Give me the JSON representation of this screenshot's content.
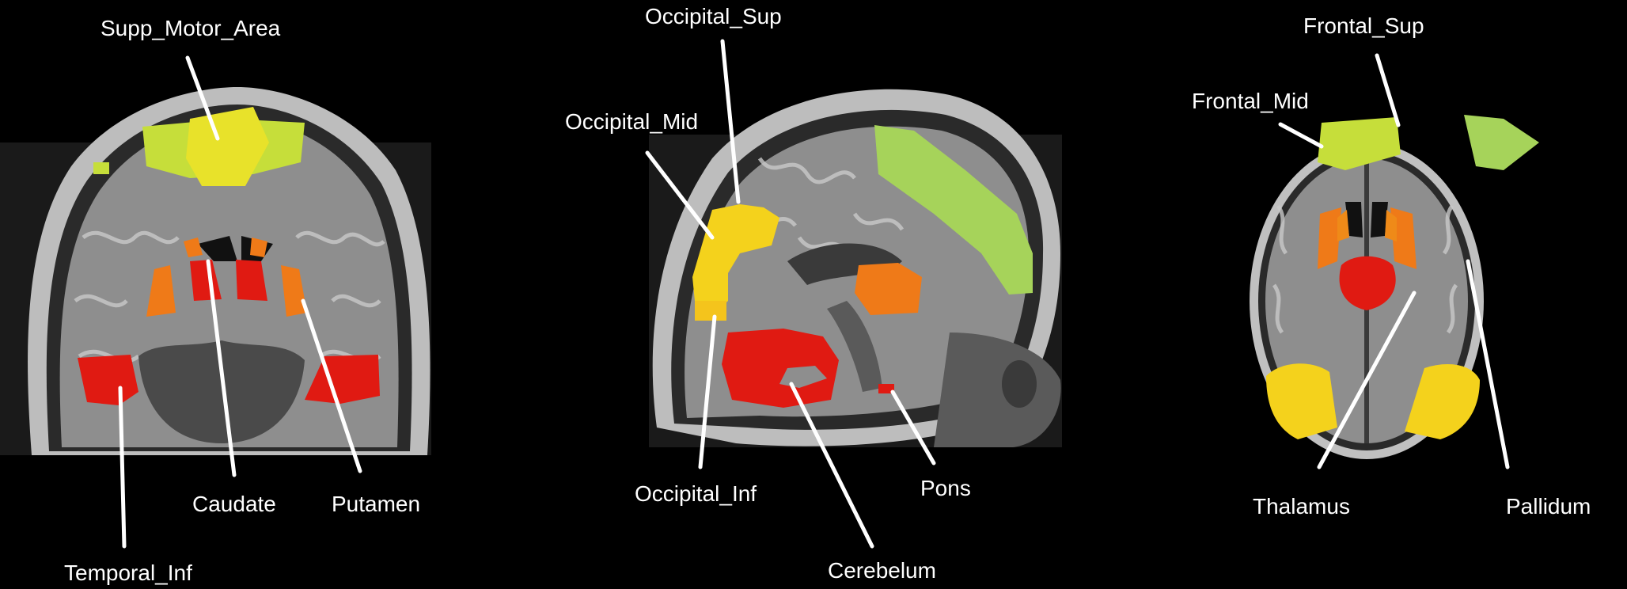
{
  "panels": [
    {
      "view": "coronal",
      "labels": {
        "supp_motor_area": "Supp_Motor_Area",
        "caudate": "Caudate",
        "putamen": "Putamen",
        "temporal_inf": "Temporal_Inf"
      }
    },
    {
      "view": "sagittal",
      "labels": {
        "occipital_sup": "Occipital_Sup",
        "occipital_mid": "Occipital_Mid",
        "occipital_inf": "Occipital_Inf",
        "pons": "Pons",
        "cerebelum": "Cerebelum"
      }
    },
    {
      "view": "axial",
      "labels": {
        "frontal_sup": "Frontal_Sup",
        "frontal_mid": "Frontal_Mid",
        "thalamus": "Thalamus",
        "pallidum": "Pallidum"
      }
    }
  ],
  "colors": {
    "background": "#000000",
    "brain_gray": "#8f8f8f",
    "skull": "#bdbdbd",
    "red": "#e01a12",
    "orange": "#ef7a18",
    "yellow": "#f4d21c",
    "yellow_green": "#c6de3a",
    "green": "#a6d35a",
    "label_text": "#ffffff",
    "pointer_line": "#ffffff"
  }
}
